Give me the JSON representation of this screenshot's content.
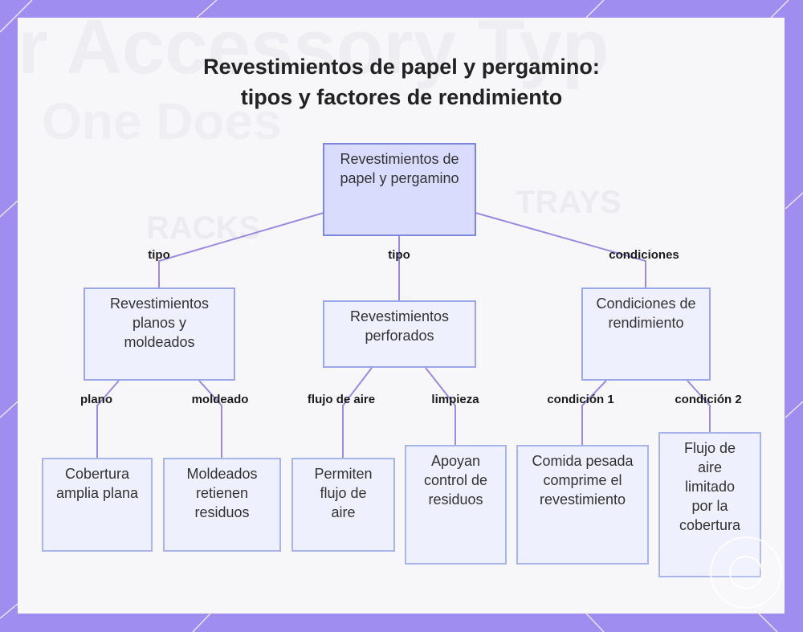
{
  "title": {
    "line1": "Revestimientos de papel y pergamino:",
    "line2": "tipos y factores de rendimiento"
  },
  "background_text": {
    "line1": "r Accessory Typ",
    "line2": "One Does",
    "word1": "RACKS",
    "word2": "TRAYS"
  },
  "nodes": {
    "root": "Revestimientos de papel y pergamino",
    "flat": "Revestimientos planos y moldeados",
    "perforated": "Revestimientos perforados",
    "conditions": "Condiciones de rendimiento",
    "leaf_flat": "Cobertura amplia plana",
    "leaf_molded": "Moldeados retienen residuos",
    "leaf_airflow": "Permiten flujo de aire",
    "leaf_cleaning": "Apoyan control de residuos",
    "leaf_cond1": "Comida pesada comprime el revestimiento",
    "leaf_cond2": "Flujo de aire limitado por la cobertura"
  },
  "edge_labels": {
    "tipo_left": "tipo",
    "tipo_mid": "tipo",
    "condiciones": "condiciones",
    "plano": "plano",
    "moldeado": "moldeado",
    "flujo_de_aire": "flujo de aire",
    "limpieza": "limpieza",
    "condicion1": "condición 1",
    "condicion2": "condición 2"
  },
  "colors": {
    "frame": "#9f8ef0",
    "edge": "#9d8ae0",
    "node_fill": "#eef0fe",
    "root_fill": "#d9dcfd"
  }
}
